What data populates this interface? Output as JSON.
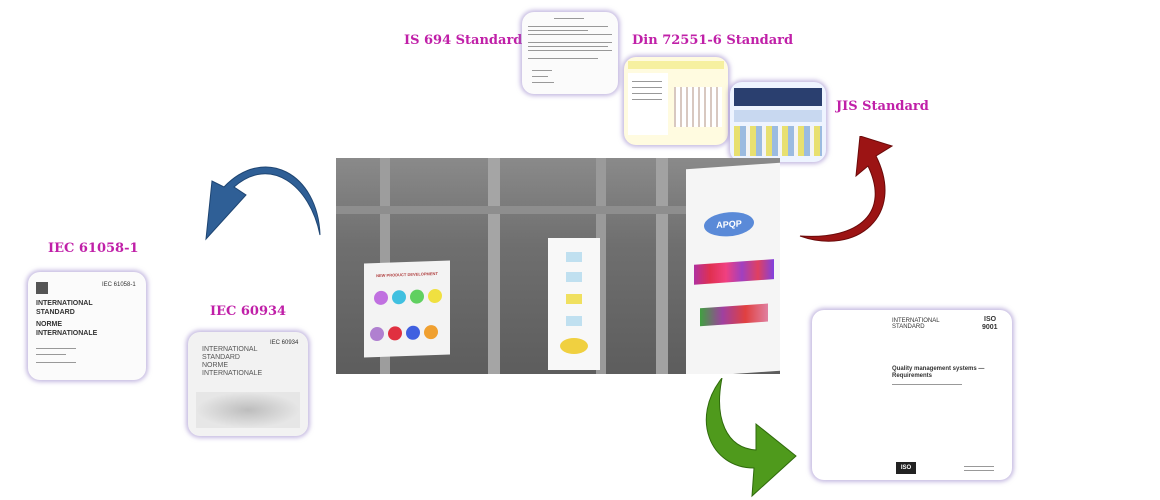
{
  "labels": {
    "is694": "IS 694  Standard",
    "din": "Din 72551-6  Standard",
    "jis": "JIS Standard",
    "iec61058": "IEC 61058-1",
    "iec60934": "IEC 60934"
  },
  "iec61058_doc": {
    "line1": "INTERNATIONAL",
    "line2": "STANDARD",
    "line3": "NORME",
    "line4": "INTERNATIONALE",
    "number": "IEC 61058-1"
  },
  "iec60934_doc": {
    "line1": "INTERNATIONAL",
    "line2": "STANDARD",
    "line3": "NORME",
    "line4": "INTERNATIONALE",
    "number": "IEC 60934"
  },
  "iso_doc": {
    "line1": "INTERNATIONAL",
    "line2": "STANDARD",
    "iso": "ISO",
    "number": "9001",
    "title": "Quality management systems —",
    "title2": "Requirements",
    "logo": "ISO"
  },
  "photo": {
    "poster_left": "NEW PRODUCT DEVELOPMENT",
    "poster_right": "APQP"
  },
  "colors": {
    "label": "#c020a8",
    "arrow_blue": "#2f5f96",
    "arrow_red": "#9c1414",
    "arrow_green": "#4f9a1c"
  }
}
